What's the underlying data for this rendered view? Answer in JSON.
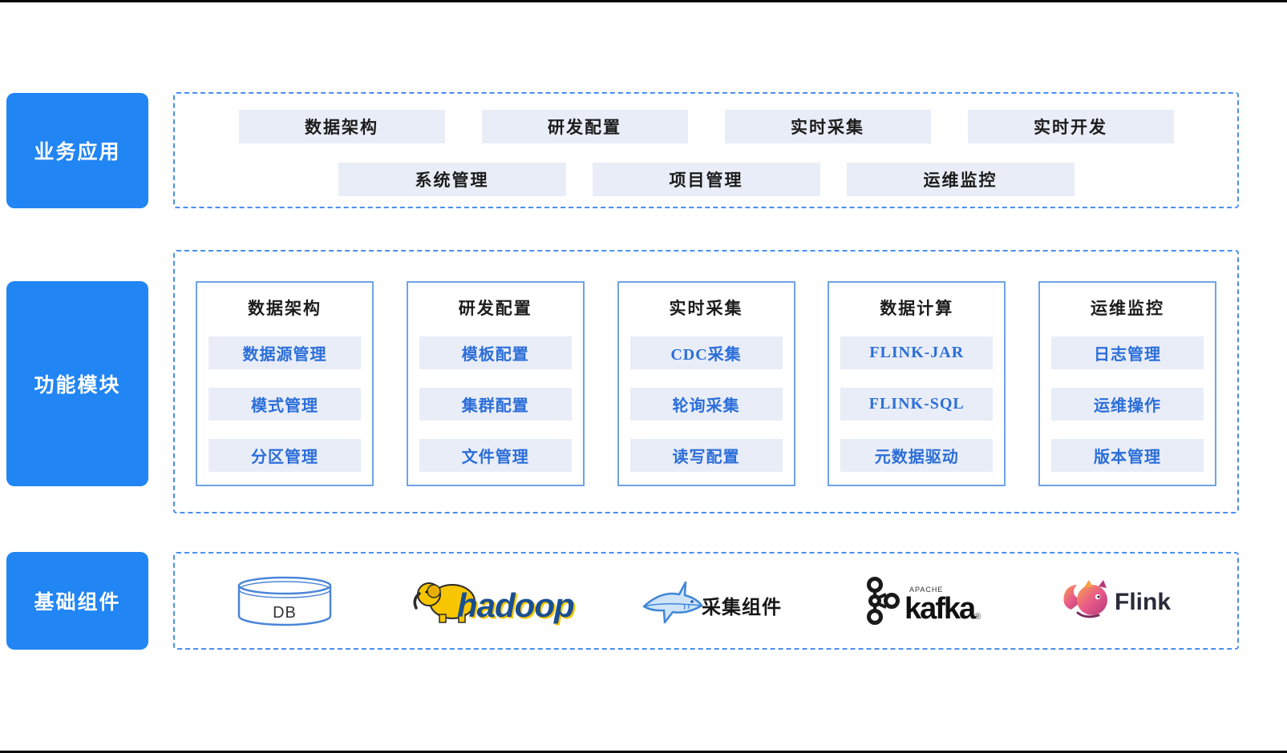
{
  "colors": {
    "accent": "#2185f4",
    "dashed_border": "#4a8ff2",
    "pill_bg": "#e9edf7",
    "item_text": "#2b6ed9",
    "card_border": "#6fa3e6"
  },
  "business": {
    "label": "业务应用",
    "row1": [
      "数据架构",
      "研发配置",
      "实时采集",
      "实时开发"
    ],
    "row2": [
      "系统管理",
      "项目管理",
      "运维监控"
    ]
  },
  "modules": {
    "label": "功能模块",
    "columns": [
      {
        "title": "数据架构",
        "items": [
          "数据源管理",
          "模式管理",
          "分区管理"
        ]
      },
      {
        "title": "研发配置",
        "items": [
          "模板配置",
          "集群配置",
          "文件管理"
        ]
      },
      {
        "title": "实时采集",
        "items": [
          "CDC采集",
          "轮询采集",
          "读写配置"
        ]
      },
      {
        "title": "数据计算",
        "items": [
          "FLINK-JAR",
          "FLINK-SQL",
          "元数据驱动"
        ]
      },
      {
        "title": "运维监控",
        "items": [
          "日志管理",
          "运维操作",
          "版本管理"
        ]
      }
    ]
  },
  "components": {
    "label": "基础组件",
    "db_label": "DB",
    "hadoop_label": "hadoop",
    "collector_label": "采集组件",
    "kafka_apache": "APACHE",
    "kafka_label": "kafka",
    "kafka_reg": "®",
    "flink_label": "Flink"
  }
}
